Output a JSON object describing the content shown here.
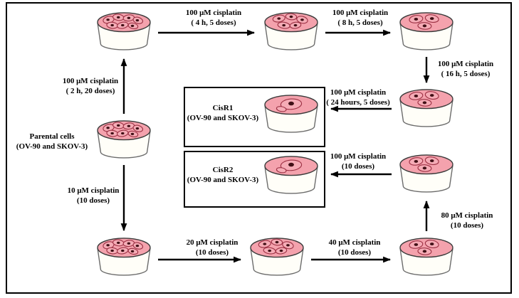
{
  "figure": {
    "type": "experimental-workflow-diagram",
    "colors": {
      "dish_media": "#f4a2ad",
      "cell_outline": "#9c3144",
      "nucleus": "#401016",
      "arrow": "#000000",
      "frame_border": "#000000",
      "background": "#ffffff"
    },
    "parental": {
      "l1": "Parental cells",
      "l2": "(OV-90 and SKOV-3)"
    },
    "cisr1": {
      "l1": "CisR1",
      "l2": "(OV-90 and SKOV-3)"
    },
    "cisr2": {
      "l1": "CisR2",
      "l2": "(OV-90 and SKOV-3)"
    },
    "doses": {
      "h4": {
        "l1": "100 μM cisplatin",
        "l2": "( 4 h, 5 doses)"
      },
      "h8": {
        "l1": "100 μM cisplatin",
        "l2": "( 8 h, 5 doses)"
      },
      "h16": {
        "l1": "100 μM cisplatin",
        "l2": "( 16 h, 5 doses)"
      },
      "h24": {
        "l1": "100 μM cisplatin",
        "l2": "( 24 hours, 5 doses)"
      },
      "h2": {
        "l1": "100 μM cisplatin",
        "l2": "( 2 h, 20 doses)"
      },
      "um100_10": {
        "l1": "100 μM cisplatin",
        "l2": "(10 doses)"
      },
      "um10": {
        "l1": "10 μM cisplatin",
        "l2": "(10 doses)"
      },
      "um20": {
        "l1": "20 μM cisplatin",
        "l2": "(10 doses)"
      },
      "um40": {
        "l1": "40 μM cisplatin",
        "l2": "(10 doses)"
      },
      "um80": {
        "l1": "80 μM cisplatin",
        "l2": "(10 doses)"
      }
    }
  }
}
